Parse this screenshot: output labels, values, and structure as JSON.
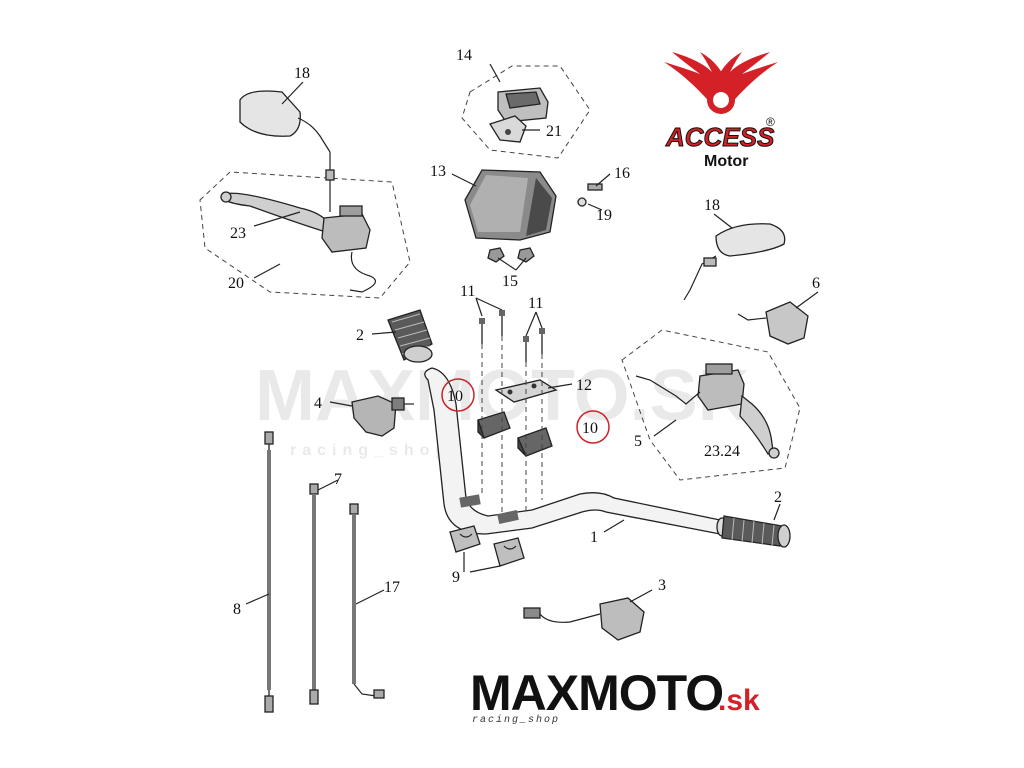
{
  "callouts": {
    "c1": "1",
    "c2a": "2",
    "c2b": "2",
    "c3": "3",
    "c4": "4",
    "c5": "5",
    "c6": "6",
    "c7": "7",
    "c8": "8",
    "c9": "9",
    "c10a": "10",
    "c10b": "10",
    "c11a": "11",
    "c11b": "11",
    "c12": "12",
    "c13": "13",
    "c14": "14",
    "c15": "15",
    "c16": "16",
    "c17": "17",
    "c18a": "18",
    "c18b": "18",
    "c19": "19",
    "c20": "20",
    "c21": "21",
    "c23": "23",
    "c2324": "23.24"
  },
  "highlighted_callouts": [
    "10",
    "10"
  ],
  "brand": {
    "name": "ACCESS",
    "sub": "Motor",
    "reg": "®",
    "color": "#d42027"
  },
  "watermark": {
    "text": "MAXMOTO.SK",
    "tagline": "racing_shop"
  },
  "footer_logo": {
    "max": "MAXMOTO",
    "sk": ".sk",
    "tagline": "racing_shop",
    "max_color": "#111111",
    "sk_color": "#d42027"
  },
  "colors": {
    "highlight": "#d0202a"
  }
}
